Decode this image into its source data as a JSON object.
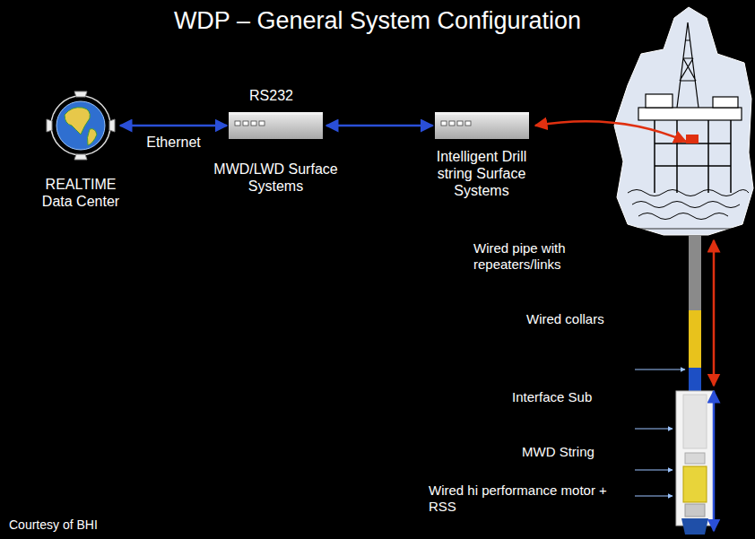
{
  "diagram": {
    "title": "WDP – General System Configuration",
    "nodes": [
      {
        "text": [
          "REALTIME Data Center"
        ]
      },
      {
        "text": [
          "MWD/LWD Surface Systems"
        ]
      },
      {
        "text": [
          "Intelligent Drill string Surface Systems"
        ]
      }
    ],
    "edges": [
      {
        "from": 0,
        "to": 1,
        "arrow": "both",
        "label": "Ethernet"
      },
      {
        "from": 1,
        "to": 2,
        "arrow": "both"
      }
    ],
    "labels": [
      "RS232",
      "Wired pipe with repeaters/links",
      "Wired collars",
      "Interface Sub",
      "MWD String",
      "Wired hi performance motor + RSS",
      "Courtesy of BHI"
    ]
  }
}
